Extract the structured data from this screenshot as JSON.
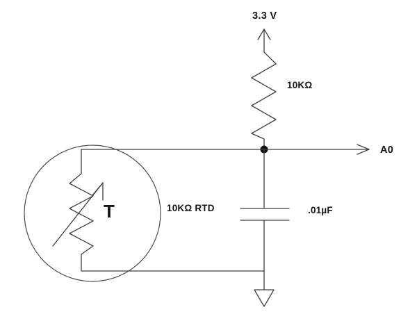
{
  "diagram": {
    "labels": {
      "supply_voltage": "3.3 V",
      "pullup_resistor_value": "10KΩ",
      "analog_output": "A0",
      "rtd_value": "10KΩ RTD",
      "capacitor_value": ".01µF",
      "thermistor_letter": "T"
    },
    "colors": {
      "wire": "#3f3f3f",
      "label_text": "#141414",
      "background": "#ffffff"
    }
  }
}
